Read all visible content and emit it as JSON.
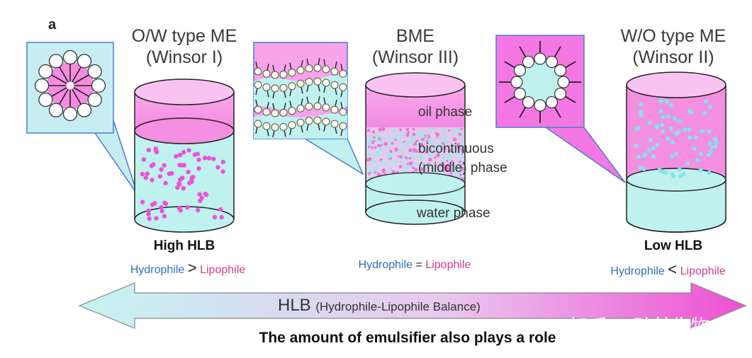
{
  "panel_label": "a",
  "columns": [
    {
      "title_line1": "O/W type ME",
      "title_line2": "(Winsor I)",
      "hlb_label": "High HLB",
      "relation": {
        "left": "Hydrophile",
        "op": ">",
        "right": "Lipophile"
      }
    },
    {
      "title_line1": "BME",
      "title_line2": "(Winsor III)",
      "relation": {
        "left": "Hydrophile",
        "op": "=",
        "right": "Lipophile"
      },
      "phases": {
        "oil": "oil phase",
        "bicontinuous_line1": "bicontinuous",
        "bicontinuous_line2": "(middle)  phase",
        "water": "water  phase"
      }
    },
    {
      "title_line1": "W/O type ME",
      "title_line2": "(Winsor II)",
      "hlb_label": "Low HLB",
      "relation": {
        "left": "Hydrophile",
        "op": "<",
        "right": "Lipophile"
      }
    }
  ],
  "arrow": {
    "label": "HLB",
    "sublabel": "(Hydrophile-Lipophile Balance)"
  },
  "watermark": "知乎 @硅基生物",
  "caption": "The amount of emulsifier also plays a role",
  "colors": {
    "pink": "#f58ce0",
    "pink_deep": "#e64fc6",
    "cyan": "#bdf2f0",
    "cyan_dot": "#7fe6e6",
    "magenta_dot": "#ec53d8",
    "callout_cyan": "#c6eef2",
    "callout_pink": "#f577e3"
  }
}
